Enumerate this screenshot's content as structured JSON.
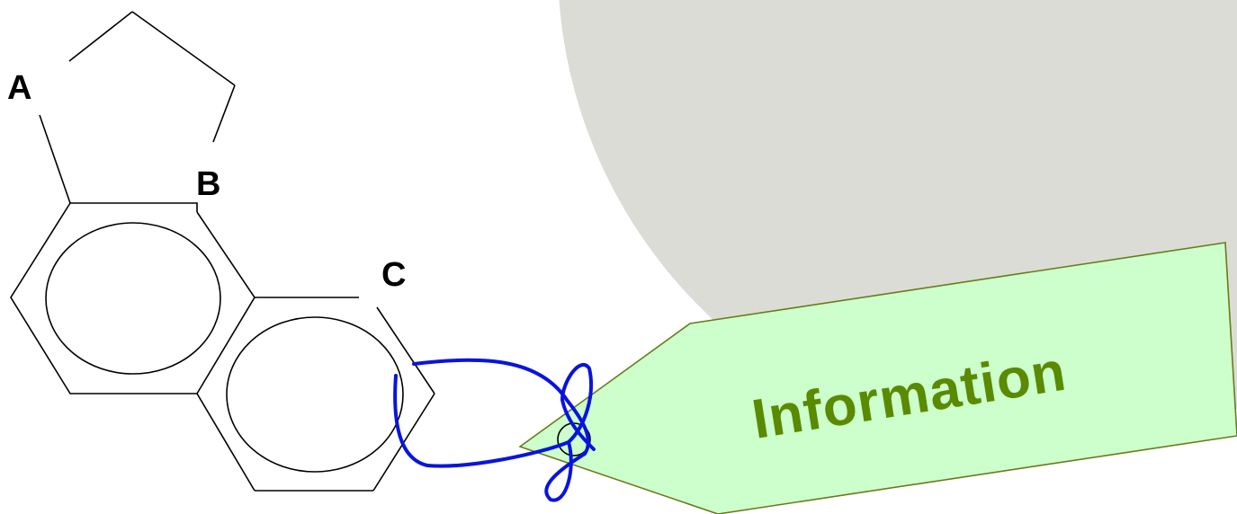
{
  "diagram": {
    "labels": {
      "a": "A",
      "b": "B",
      "c": "C"
    },
    "tag": {
      "text": "Information"
    }
  },
  "colors": {
    "background": "#ffffff",
    "backdrop_circle": "#dcdcd6",
    "bond_lines": "#000000",
    "string": "#0a14dc",
    "tag_fill": "#ccffcc",
    "tag_border": "#6b7a1a",
    "tag_text": "#5a8a00"
  }
}
